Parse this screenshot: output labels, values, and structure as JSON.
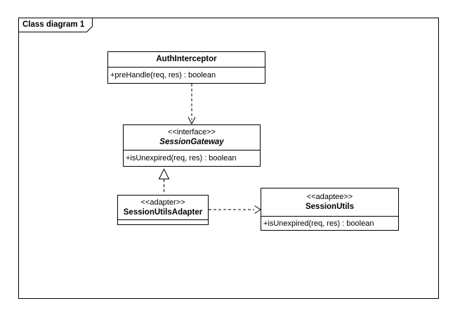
{
  "colors": {
    "line": "#000000",
    "background": "#ffffff"
  },
  "frame": {
    "title": "Class diagram 1"
  },
  "classes": {
    "auth_interceptor": {
      "name": "AuthInterceptor",
      "operations": [
        "+preHandle(req, res) : boolean"
      ]
    },
    "session_gateway": {
      "stereotype": "<<interface>>",
      "name": "SessionGateway",
      "operations": [
        "+isUnexpired(req, res) : boolean"
      ]
    },
    "session_utils_adapter": {
      "stereotype": "<<adapter>>",
      "name": "SessionUtilsAdapter",
      "operations": []
    },
    "session_utils": {
      "stereotype": "<<adaptee>>",
      "name": "SessionUtils",
      "operations": [
        "+isUnexpired(req, res) : boolean"
      ]
    }
  },
  "relationships": [
    {
      "type": "dependency",
      "from": "AuthInterceptor",
      "to": "SessionGateway",
      "line": "dashed",
      "arrowhead": "open"
    },
    {
      "type": "realization",
      "from": "SessionUtilsAdapter",
      "to": "SessionGateway",
      "line": "dashed",
      "arrowhead": "hollow-triangle"
    },
    {
      "type": "dependency",
      "from": "SessionUtilsAdapter",
      "to": "SessionUtils",
      "line": "dashed",
      "arrowhead": "open"
    }
  ]
}
